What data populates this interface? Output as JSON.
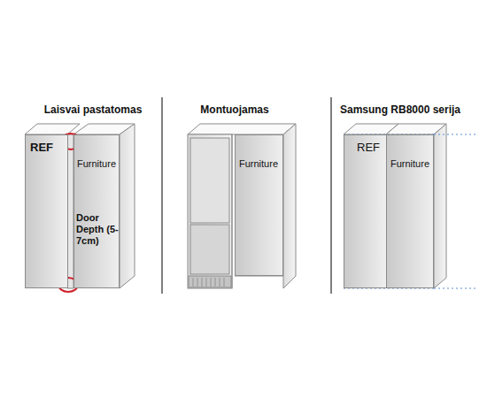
{
  "diagram": {
    "nodes": [
      {
        "text": [
          "REF"
        ]
      },
      {
        "text": [
          "Furniture"
        ]
      },
      {
        "text": [
          "Furniture"
        ]
      },
      {
        "text": [
          "REF"
        ]
      },
      {
        "text": [
          "Furniture"
        ]
      }
    ],
    "labels": [
      "Laisvai pastatomas",
      "Montuojamas",
      "Samsung RB8000 serija",
      "Door Depth (5-7cm)"
    ]
  }
}
